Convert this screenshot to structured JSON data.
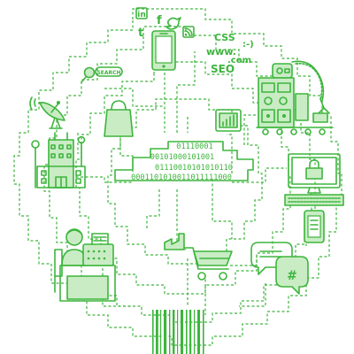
{
  "binary_lines": [
    "01110001",
    "00101000101001",
    "01110010101010110",
    "0001101010011011111000"
  ],
  "web_terms": {
    "css": "CSS",
    "www": "www.",
    "com": ".com",
    "seo": "SEO",
    "smiley": ":-)"
  },
  "search_label": "SEARCH",
  "hashtag": "#",
  "social_icons": {
    "linkedin": "in",
    "facebook": "f",
    "twitter": "t"
  },
  "colors": {
    "accent": "#3db53d",
    "light_fill": "#c9ecc4",
    "background": "#ffffff"
  }
}
